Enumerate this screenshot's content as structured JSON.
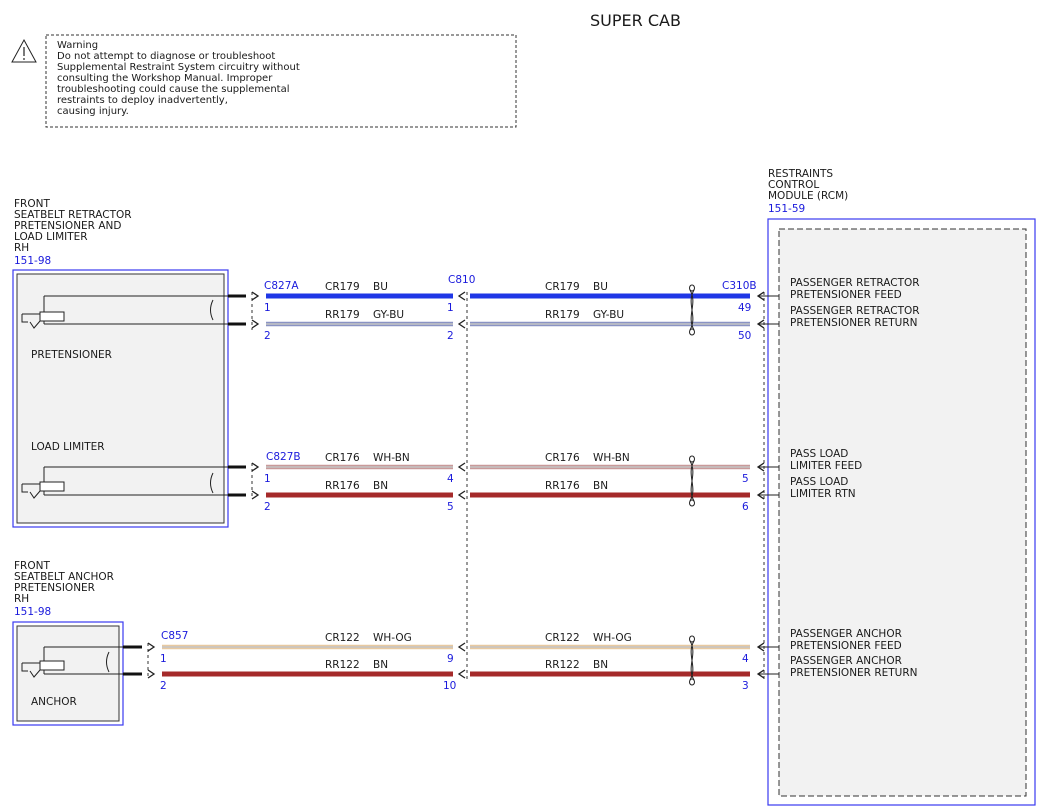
{
  "title": "SUPER CAB",
  "warning": {
    "lines": [
      "Warning",
      "Do not attempt to diagnose or troubleshoot",
      "Supplemental Restraint System circuitry without",
      "consulting the Workshop Manual. Improper",
      "troubleshooting could cause the supplemental",
      "restraints to deploy inadvertently,",
      "causing injury."
    ]
  },
  "components": {
    "retractor": {
      "lines": [
        "FRONT",
        "SEATBELT RETRACTOR",
        "PRETENSIONER AND",
        "LOAD LIMITER",
        "RH"
      ],
      "ref": "151-98",
      "sub_pretensioner": "PRETENSIONER",
      "sub_load_limiter": "LOAD LIMITER"
    },
    "anchor": {
      "lines": [
        "FRONT",
        "SEATBELT ANCHOR",
        "PRETENSIONER",
        "RH"
      ],
      "ref": "151-98",
      "sub": "ANCHOR"
    },
    "rcm": {
      "lines": [
        "RESTRAINTS",
        "CONTROL",
        "MODULE (RCM)"
      ],
      "ref": "151-59"
    }
  },
  "connectors": {
    "c827a": "C827A",
    "c827b": "C827B",
    "c857": "C857",
    "c810": "C810",
    "c310b": "C310B"
  },
  "circuits": [
    {
      "id": "cr179",
      "name": "CR179",
      "color": "BU",
      "pin_comp": "1",
      "pin_mid": "1",
      "pin_rcm": "49",
      "rcm_label": [
        "PASSENGER RETRACTOR",
        "PRETENSIONER FEED"
      ],
      "wire_color": "#1f37e6"
    },
    {
      "id": "rr179",
      "name": "RR179",
      "color": "GY-BU",
      "pin_comp": "2",
      "pin_mid": "2",
      "pin_rcm": "50",
      "rcm_label": [
        "PASSENGER RETRACTOR",
        "PRETENSIONER RETURN"
      ],
      "wire_color": "#8a93c4"
    },
    {
      "id": "cr176",
      "name": "CR176",
      "color": "WH-BN",
      "pin_comp": "1",
      "pin_mid": "4",
      "pin_rcm": "5",
      "rcm_label": [
        "PASS LOAD",
        "LIMITER FEED"
      ],
      "wire_color": "#c99a9a"
    },
    {
      "id": "rr176",
      "name": "RR176",
      "color": "BN",
      "pin_comp": "2",
      "pin_mid": "5",
      "pin_rcm": "6",
      "rcm_label": [
        "PASS LOAD",
        "LIMITER RTN"
      ],
      "wire_color": "#a52a2a"
    },
    {
      "id": "cr122",
      "name": "CR122",
      "color": "WH-OG",
      "pin_comp": "1",
      "pin_mid": "9",
      "pin_rcm": "4",
      "rcm_label": [
        "PASSENGER ANCHOR",
        "PRETENSIONER FEED"
      ],
      "wire_color": "#e8c9a0"
    },
    {
      "id": "rr122",
      "name": "RR122",
      "color": "BN",
      "pin_comp": "2",
      "pin_mid": "10",
      "pin_rcm": "3",
      "rcm_label": [
        "PASSENGER ANCHOR",
        "PRETENSIONER RETURN"
      ],
      "wire_color": "#a52a2a"
    }
  ]
}
